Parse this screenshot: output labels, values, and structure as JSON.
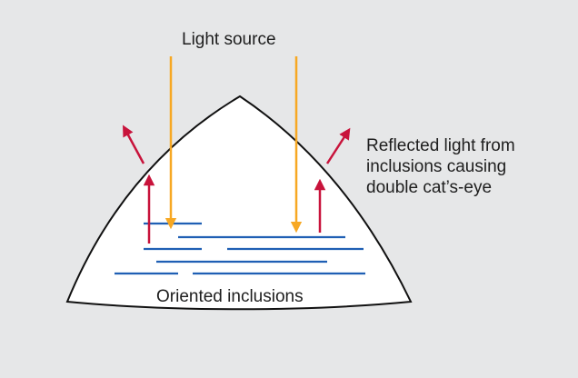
{
  "labels": {
    "light_source": "Light source",
    "reflected": [
      "Reflected light from",
      "inclusions causing",
      "double cat’s-eye"
    ],
    "oriented_inclusions": "Oriented inclusions"
  },
  "colors": {
    "background": "#e6e7e8",
    "stone_fill": "#ffffff",
    "stone_outline": "#111111",
    "incident_light": "#f7a823",
    "reflected_light": "#c8133b",
    "inclusions": "#1f5fb4"
  },
  "icons": {
    "incident_arrow": "arrow-down-icon",
    "reflected_arrow": "arrow-up-icon"
  }
}
